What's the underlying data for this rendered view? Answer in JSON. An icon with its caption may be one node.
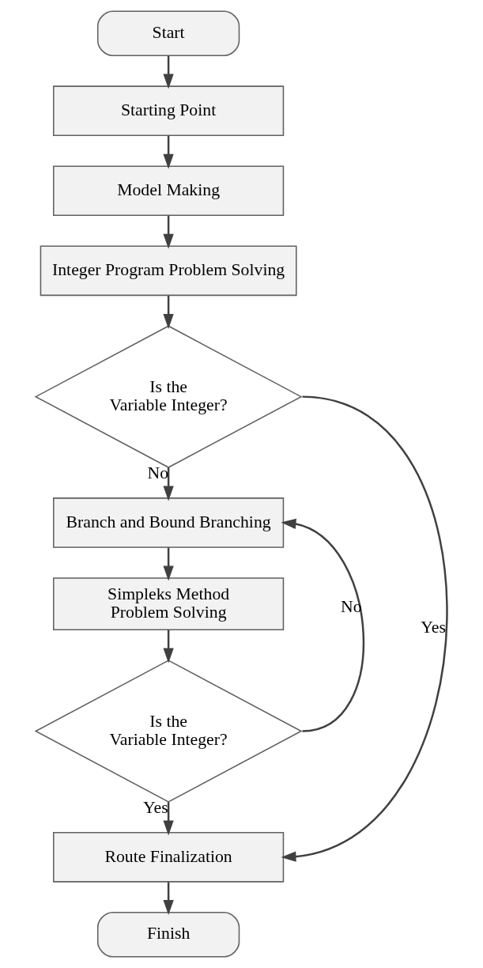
{
  "diagram": {
    "nodes": [
      {
        "text": [
          "Start"
        ]
      },
      {
        "text": [
          "Starting Point"
        ]
      },
      {
        "text": [
          "Model Making"
        ]
      },
      {
        "text": [
          "Integer Program Problem Solving"
        ]
      },
      {
        "text": [
          "Is the Variable Integer?"
        ]
      },
      {
        "text": [
          "Branch and Bound Branching"
        ]
      },
      {
        "text": [
          "Simpleks Method Problem Solving"
        ]
      },
      {
        "text": [
          "Is the Variable Integer?"
        ]
      },
      {
        "text": [
          "Route Finalization"
        ]
      },
      {
        "text": [
          "Finish"
        ]
      }
    ],
    "edges": [
      {
        "from": 0,
        "to": 1,
        "arrow": "to"
      },
      {
        "from": 1,
        "to": 2,
        "arrow": "to"
      },
      {
        "from": 2,
        "to": 3,
        "arrow": "to"
      },
      {
        "from": 3,
        "to": 4,
        "arrow": "to"
      },
      {
        "from": 4,
        "to": 5,
        "arrow": "to",
        "label": "No"
      },
      {
        "from": 4,
        "to": 8,
        "arrow": "to",
        "label": "Yes"
      },
      {
        "from": 5,
        "to": 6,
        "arrow": "to"
      },
      {
        "from": 6,
        "to": 7,
        "arrow": "to"
      },
      {
        "from": 7,
        "to": 5,
        "arrow": "to",
        "label": "No"
      },
      {
        "from": 7,
        "to": 8,
        "arrow": "to",
        "label": "Yes"
      },
      {
        "from": 8,
        "to": 9,
        "arrow": "to"
      }
    ]
  }
}
